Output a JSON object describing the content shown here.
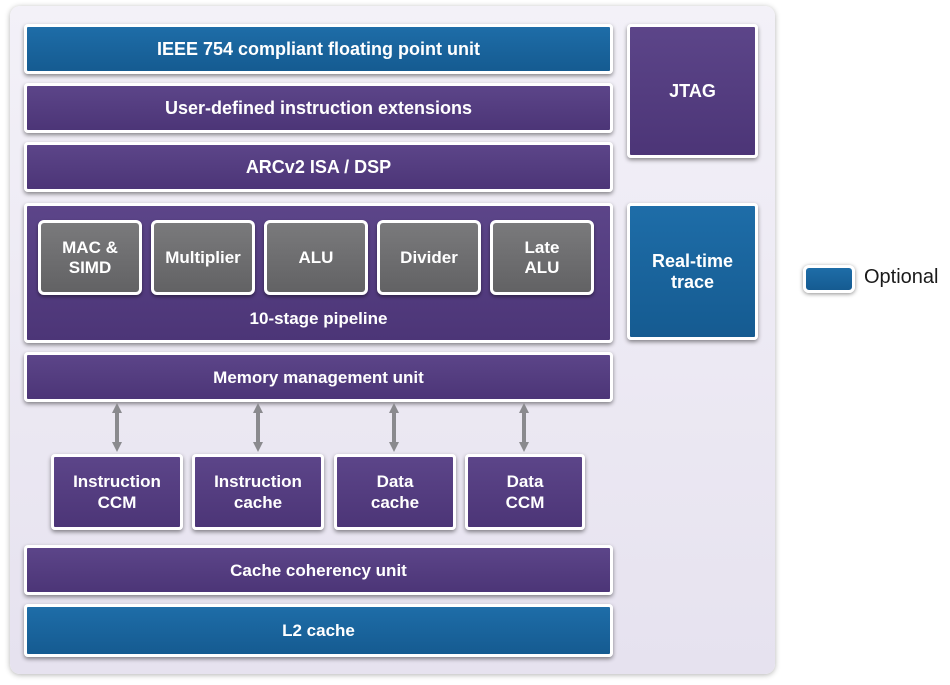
{
  "blocks": {
    "fpu": "IEEE 754 compliant floating point unit",
    "udie": "User-defined instruction extensions",
    "isa": "ARCv2 ISA / DSP",
    "pipeline": "10-stage pipeline",
    "mmu": "Memory management unit",
    "ccu": "Cache coherency unit",
    "l2": "L2 cache"
  },
  "units": [
    {
      "line1": "MAC &",
      "line2": "SIMD"
    },
    {
      "line1": "Multiplier",
      "line2": ""
    },
    {
      "line1": "ALU",
      "line2": ""
    },
    {
      "line1": "Divider",
      "line2": ""
    },
    {
      "line1": "Late",
      "line2": "ALU"
    }
  ],
  "memories": [
    {
      "line1": "Instruction",
      "line2": "CCM"
    },
    {
      "line1": "Instruction",
      "line2": "cache"
    },
    {
      "line1": "Data",
      "line2": "cache"
    },
    {
      "line1": "Data",
      "line2": "CCM"
    }
  ],
  "side": {
    "jtag": "JTAG",
    "trace_line1": "Real-time",
    "trace_line2": "trace"
  },
  "legend": {
    "label": "Optional",
    "swatch_color": "#1a65a0"
  },
  "colors": {
    "core_block": "#503a7c",
    "optional_block": "#1a65a0",
    "execution_unit": "#6e6e70",
    "arrow": "#8a8a8e"
  }
}
